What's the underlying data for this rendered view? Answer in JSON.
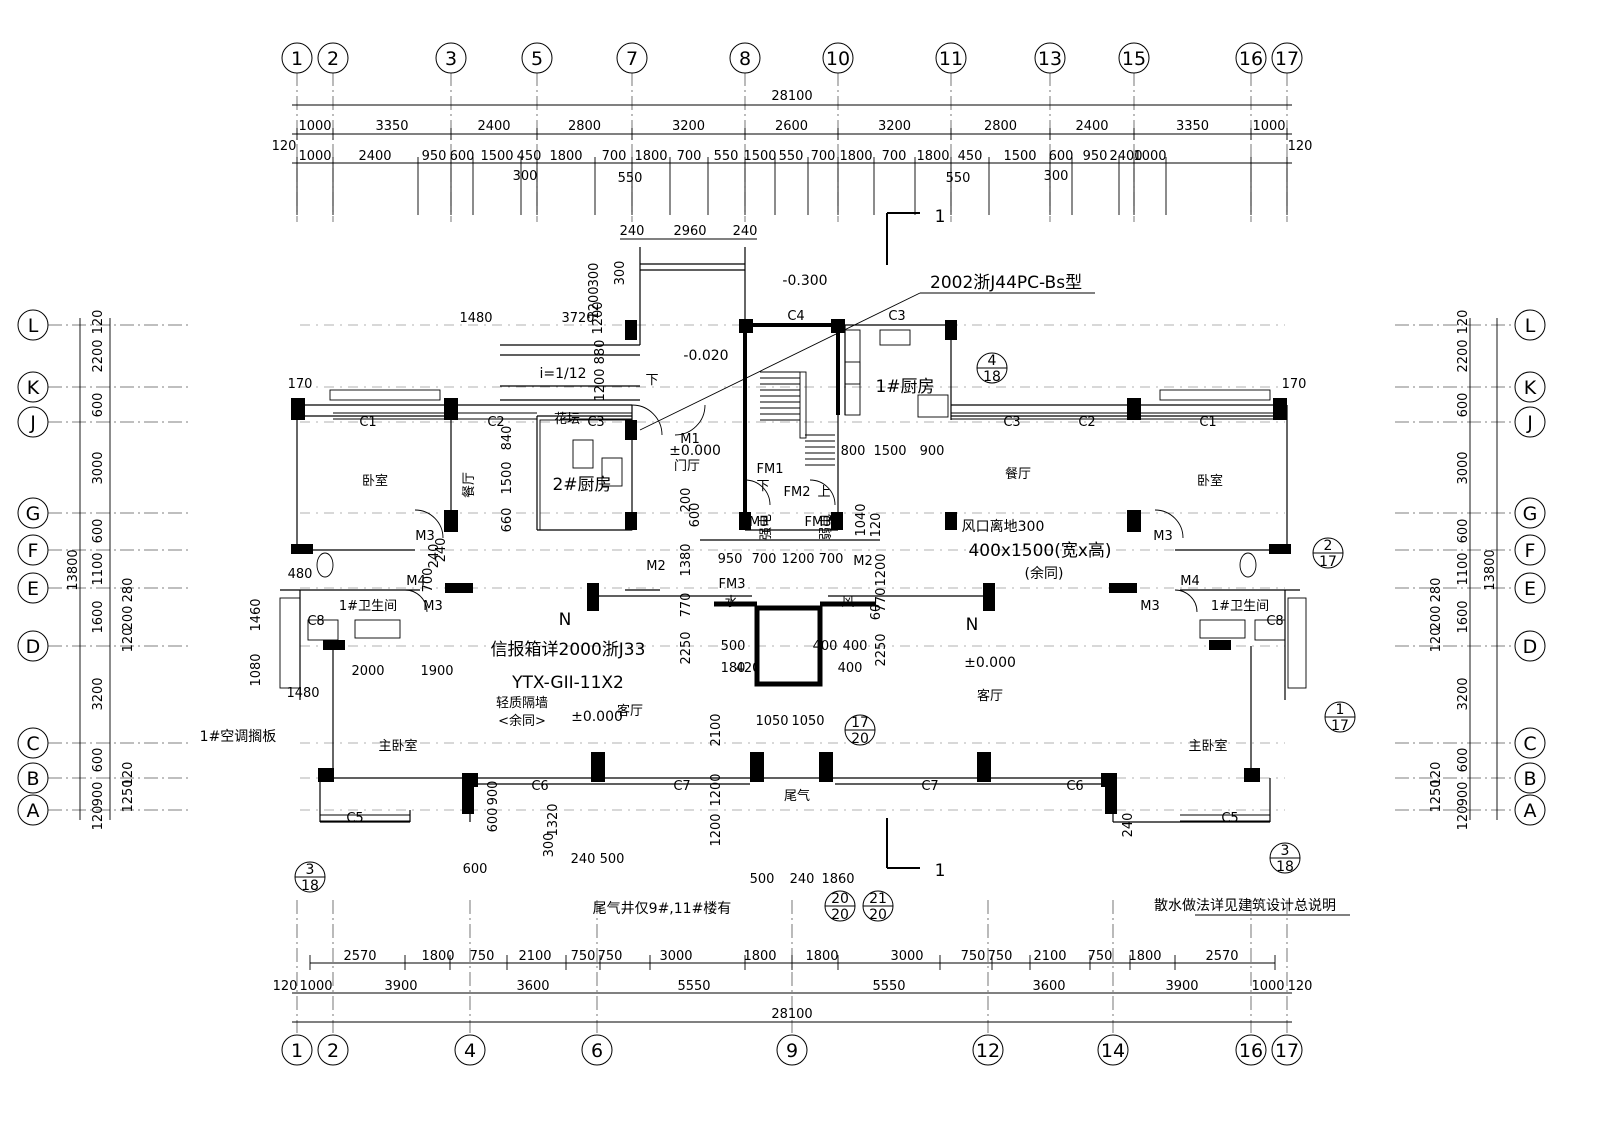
{
  "axes": {
    "top": [
      "1",
      "2",
      "3",
      "5",
      "7",
      "8",
      "10",
      "11",
      "13",
      "15",
      "16",
      "17"
    ],
    "bottom": [
      "1",
      "2",
      "4",
      "6",
      "9",
      "12",
      "14",
      "16",
      "17"
    ],
    "left": [
      "L",
      "K",
      "J",
      "G",
      "F",
      "E",
      "D",
      "C",
      "B",
      "A"
    ],
    "right": [
      "L",
      "K",
      "J",
      "G",
      "F",
      "E",
      "D",
      "C",
      "B",
      "A"
    ]
  },
  "dims": {
    "top_total": "28100",
    "top_row1": [
      "1000",
      "3350",
      "2400",
      "2800",
      "3200",
      "2600",
      "3200",
      "2800",
      "2400",
      "3350",
      "1000"
    ],
    "top_row1_ends": [
      "120",
      "120"
    ],
    "top_row2": [
      "1000",
      "2400",
      "950",
      "600",
      "1500",
      "450",
      "1800",
      "700",
      "1800",
      "700",
      "550",
      "1500",
      "550",
      "700",
      "1800",
      "700",
      "1800",
      "450",
      "1500",
      "600",
      "950",
      "2400",
      "1000"
    ],
    "top_row2_sub": [
      "300",
      "550",
      "550",
      "300"
    ],
    "stair_top": [
      "240",
      "2960",
      "240"
    ],
    "bottom_row1": [
      "2570",
      "1800",
      "750",
      "2100",
      "750",
      "750",
      "3000",
      "1800",
      "1800",
      "3000",
      "750",
      "750",
      "2100",
      "750",
      "1800",
      "2570"
    ],
    "bottom_row2": [
      "3900",
      "3600",
      "5550",
      "5550",
      "3600",
      "3900"
    ],
    "bottom_row2_ends": [
      "120",
      "1000",
      "1000",
      "120"
    ],
    "bottom_total": "28100",
    "left_outer": [
      "2200",
      "600",
      "3000",
      "600",
      "1100",
      "1600",
      "3200",
      "600",
      "900"
    ],
    "left_ends": [
      "120",
      "120"
    ],
    "left_total": "13800",
    "left_inner": [
      "280",
      "200",
      "120",
      "1250",
      "120"
    ],
    "right_outer": [
      "2200",
      "600",
      "3000",
      "600",
      "1100",
      "1600",
      "3200",
      "600",
      "900"
    ],
    "right_ends": [
      "120",
      "120"
    ],
    "right_total": "13800",
    "right_inner": [
      "280",
      "200",
      "120",
      "1250",
      "120"
    ],
    "misc": [
      "1480",
      "3720",
      "1200",
      "880",
      "300",
      "1200",
      "300",
      "1200",
      "170",
      "170",
      "840",
      "1500",
      "660",
      "240",
      "200",
      "600",
      "1380",
      "770",
      "2250",
      "950",
      "700",
      "1200",
      "700",
      "1040",
      "120",
      "1200",
      "770",
      "60",
      "2250",
      "500",
      "180",
      "420",
      "400",
      "400",
      "400",
      "2100",
      "1050",
      "1050",
      "1200",
      "1200",
      "480",
      "700",
      "240",
      "1460",
      "1080",
      "2000",
      "1900",
      "1480",
      "800",
      "1500",
      "900",
      "600",
      "900",
      "1320",
      "300",
      "600",
      "240",
      "500",
      "500",
      "240",
      "1860",
      "240",
      "600"
    ]
  },
  "rooms": {
    "bedroom": "卧室",
    "dining": "餐厅",
    "kitchen2": "2#厨房",
    "kitchen1": "1#厨房",
    "hall": "门厅",
    "bath": "1#卫生间",
    "master": "主卧室",
    "living": "客厅",
    "water": "水",
    "wind": "风",
    "elec": "强电",
    "weak": "弱电",
    "tail_gas": "尾气",
    "planter": "花坛"
  },
  "labels": {
    "c1": "C1",
    "c2": "C2",
    "c3": "C3",
    "c4": "C4",
    "c5": "C5",
    "c6": "C6",
    "c7": "C7",
    "c8": "C8",
    "m1": "M1",
    "m2": "M2",
    "m3": "M3",
    "m4": "M4",
    "fm1": "FM1",
    "fm2": "FM2",
    "fm3": "FM3",
    "up": "上",
    "down": "下",
    "north": "N",
    "section": "1"
  },
  "annotations": {
    "top_std": "2002浙J44PC-Bs型",
    "elev_n0300": "-0.300",
    "elev_n0020": "-0.020",
    "elev_0": "±0.000",
    "slope": "i=1/12",
    "vent_note": "风口离地300",
    "vent_size": "400x1500(宽x高)",
    "vent_same": "(余同)",
    "info_box": "信报箱详2000浙J33",
    "ytx": "YTX-GII-11X2",
    "partition": "轻质隔墙",
    "partition_same": "<余同>",
    "ac_board": "1#空调搁板",
    "gas_flue": "尾气井仅9#,11#楼有",
    "drip_note": "散水做法详见建筑设计总说明"
  },
  "refs": [
    {
      "top": "4",
      "bottom": "18"
    },
    {
      "top": "2",
      "bottom": "17"
    },
    {
      "top": "1",
      "bottom": "17"
    },
    {
      "top": "17",
      "bottom": "20"
    },
    {
      "top": "3",
      "bottom": "18"
    },
    {
      "top": "3",
      "bottom": "18"
    },
    {
      "top": "20",
      "bottom": "20"
    },
    {
      "top": "21",
      "bottom": "20"
    }
  ]
}
